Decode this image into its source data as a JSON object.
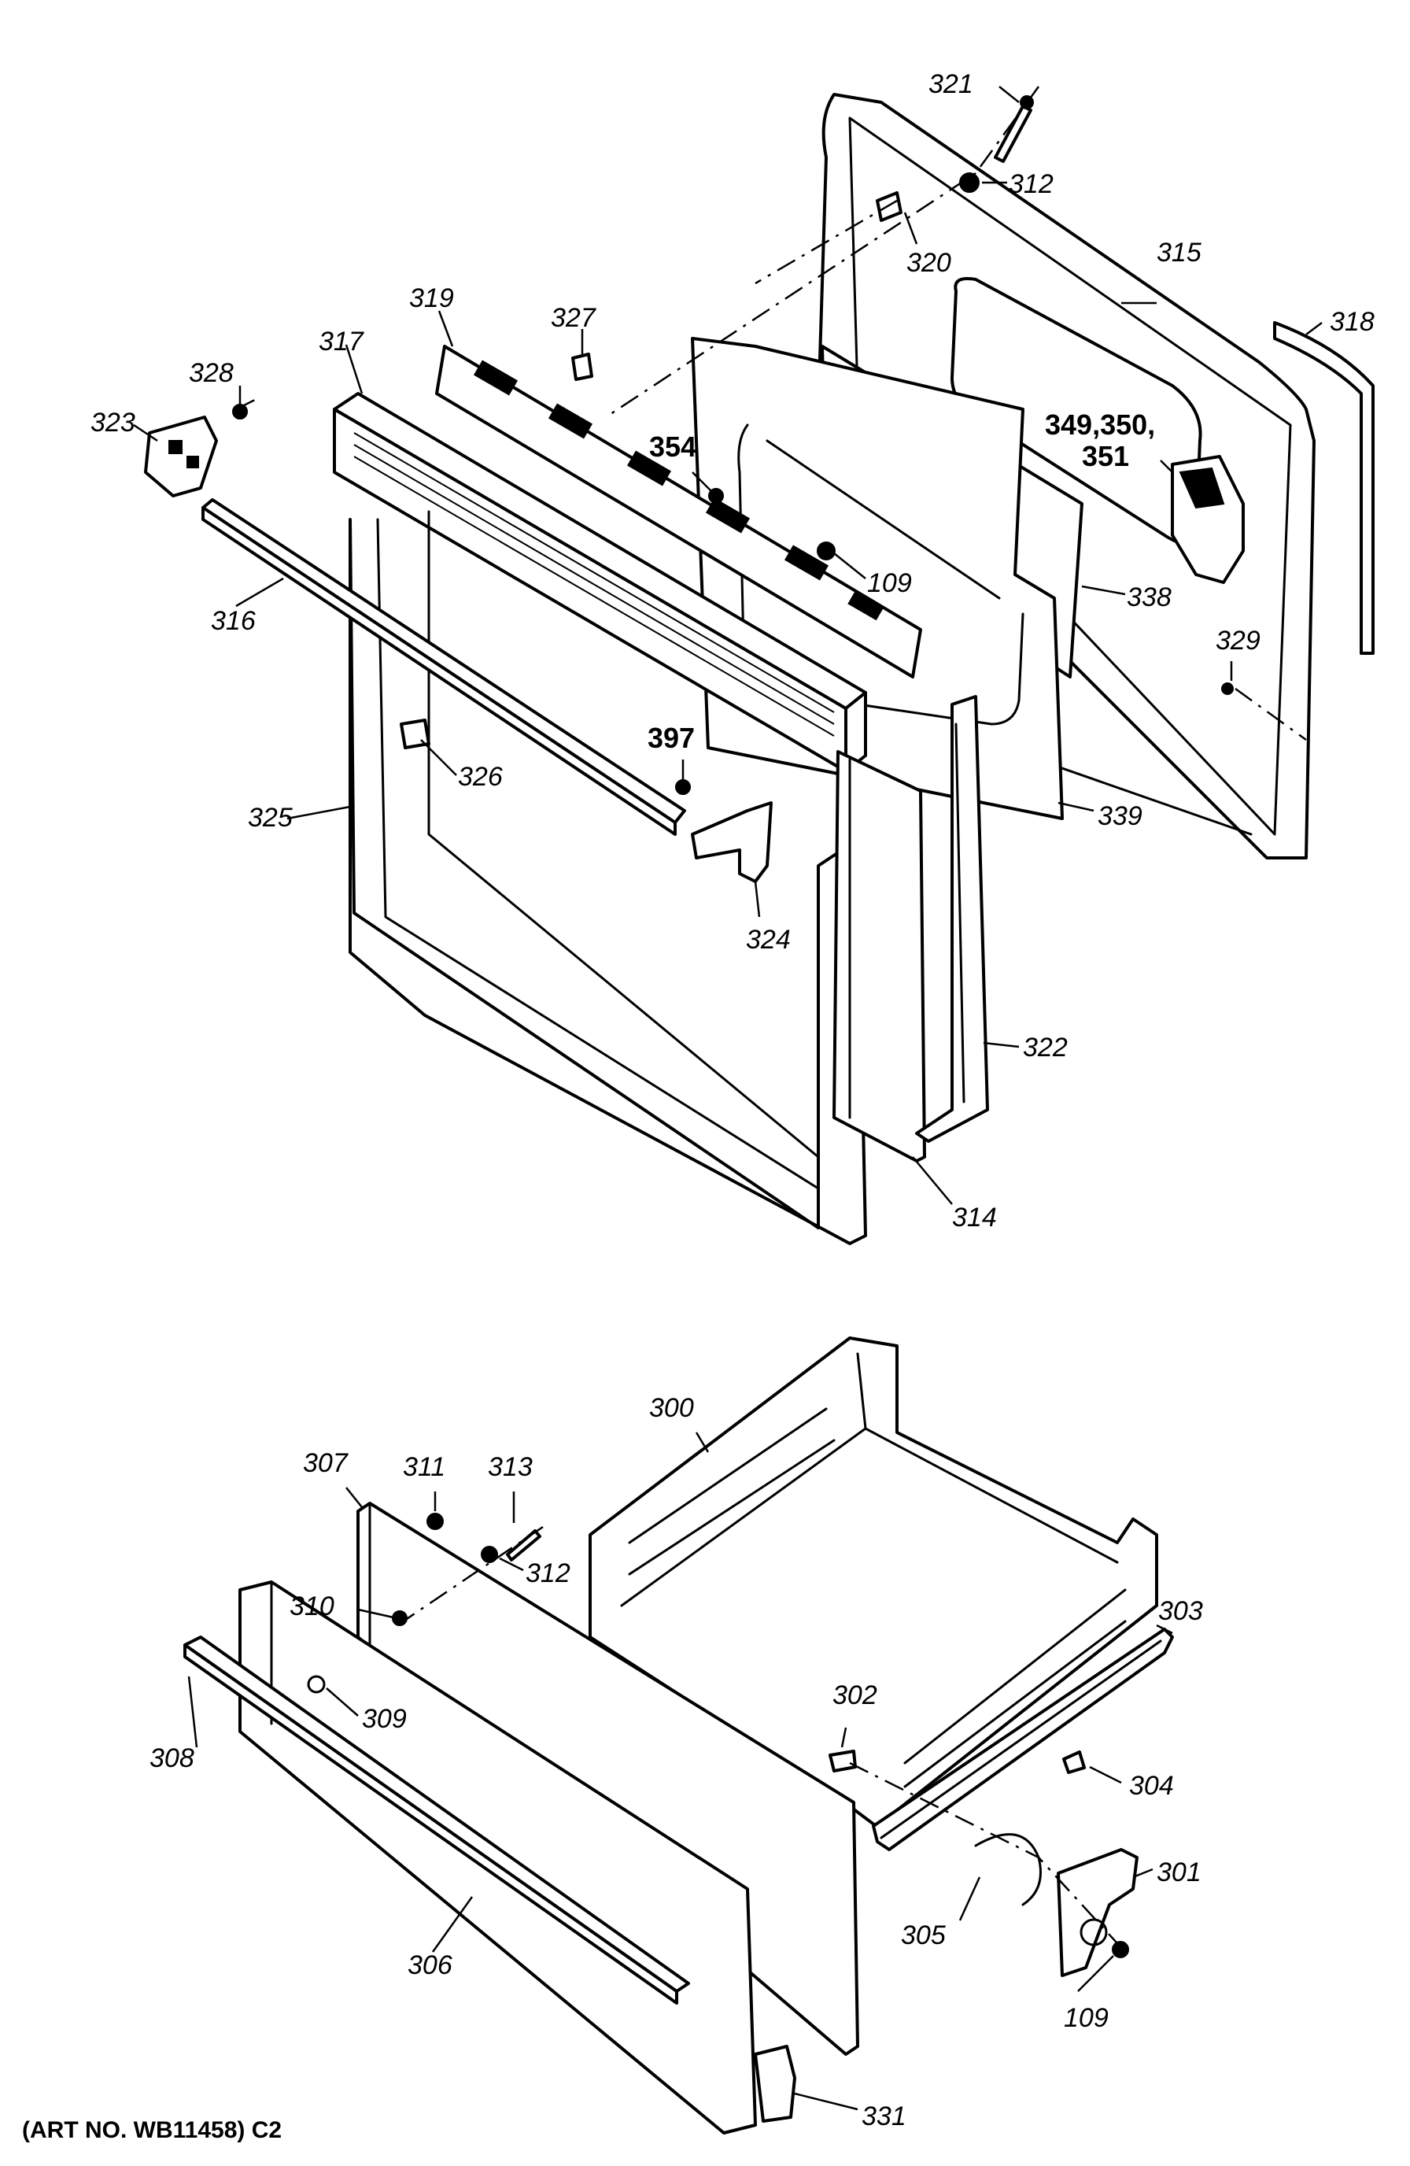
{
  "caption": "(ART NO. WB11458) C2",
  "labels": {
    "l321": "321",
    "l312a": "312",
    "l320": "320",
    "l315": "315",
    "l318": "318",
    "l319": "319",
    "l327": "327",
    "l317": "317",
    "l328": "328",
    "l323": "323",
    "l354": "354",
    "l349a": "349,350,",
    "l349b": "351",
    "l109a": "109",
    "l338": "338",
    "l316": "316",
    "l329": "329",
    "l397": "397",
    "l326": "326",
    "l325": "325",
    "l339": "339",
    "l324": "324",
    "l322": "322",
    "l314": "314",
    "l300": "300",
    "l307": "307",
    "l311": "311",
    "l313": "313",
    "l312b": "312",
    "l310": "310",
    "l303": "303",
    "l309": "309",
    "l308": "308",
    "l302": "302",
    "l304": "304",
    "l301": "301",
    "l305": "305",
    "l306": "306",
    "l109b": "109",
    "l331": "331"
  }
}
